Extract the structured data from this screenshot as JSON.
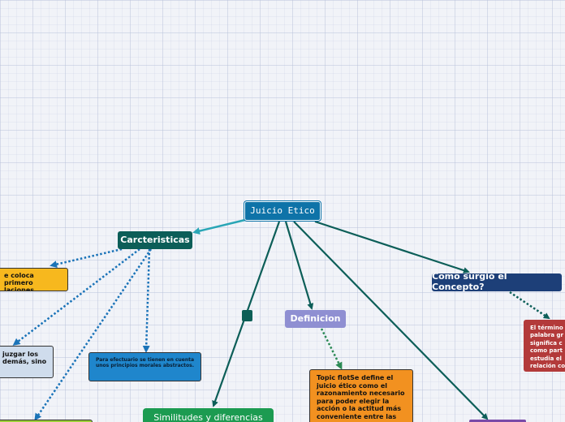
{
  "diagram": {
    "root": {
      "label": "Juicio Etico"
    },
    "caracteristicas": {
      "label": "Carcteristicas"
    },
    "como_surgio": {
      "label": "Como surgió el Concepto?"
    },
    "definicion": {
      "label": "Definicion"
    },
    "similitudes": {
      "label": "Similitudes y diferencias"
    },
    "notes": {
      "yellow": "e coloca primero\nlaciones sociales.",
      "lightblue": "juzgar los\ndemás, sino",
      "blue": "Para efectuario se tienen en cuenta unos principios morales abstractos.",
      "orange": "Topic flotSe define el juicio ético como el razonamiento necesario para poder elegir la acción o la actitud más conveniente entre las",
      "red": "El término\npalabra gr\nsignifica c\ncomo part\nestudia el\nrelación co"
    }
  },
  "colors": {
    "root": "#0e73a8",
    "teal_link": "#0c5e58",
    "cyan_link": "#2aa6b6",
    "dotted_blue": "#1a73b8",
    "dotted_green": "#2b8a55"
  }
}
